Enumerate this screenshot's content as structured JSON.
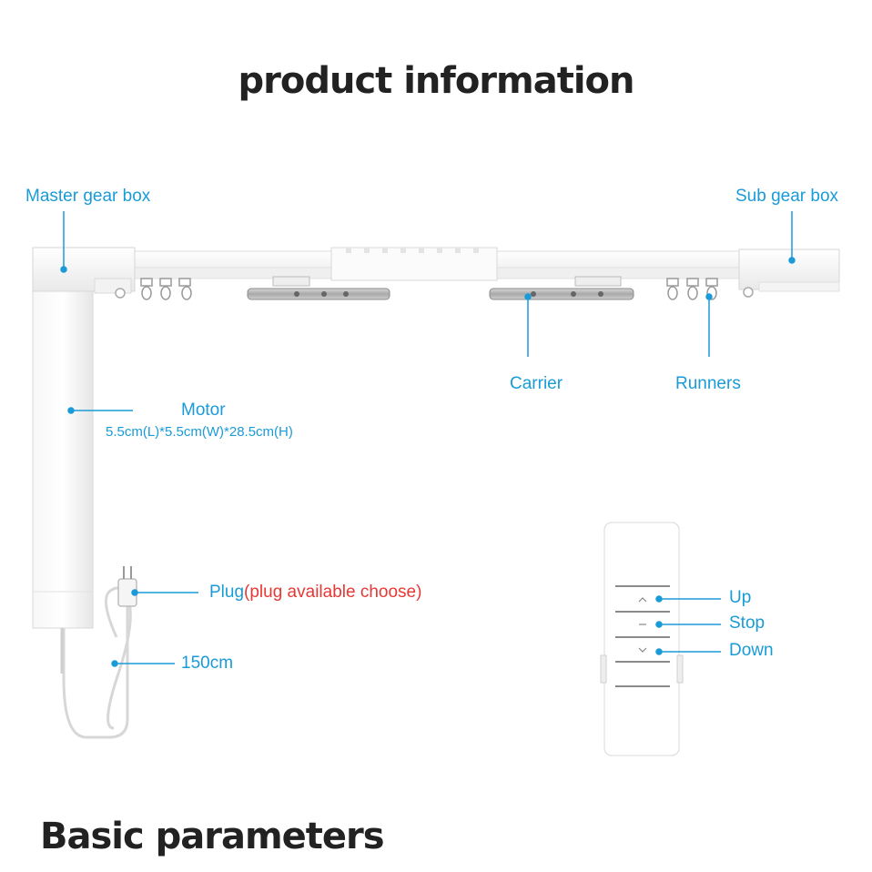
{
  "title": "product information",
  "footer_title": "Basic parameters",
  "labels": {
    "master_gear_box": "Master gear box",
    "sub_gear_box": "Sub gear box",
    "carrier": "Carrier",
    "runners": "Runners",
    "motor": "Motor",
    "motor_size": "5.5cm(L)*5.5cm(W)*28.5cm(H)",
    "plug": "Plug",
    "plug_note": "(plug available choose)",
    "cable_length": "150cm",
    "up": "Up",
    "stop": "Stop",
    "down": "Down"
  },
  "colors": {
    "accent": "#1a9bd7",
    "highlight": "#e53935",
    "heading": "#222222"
  }
}
